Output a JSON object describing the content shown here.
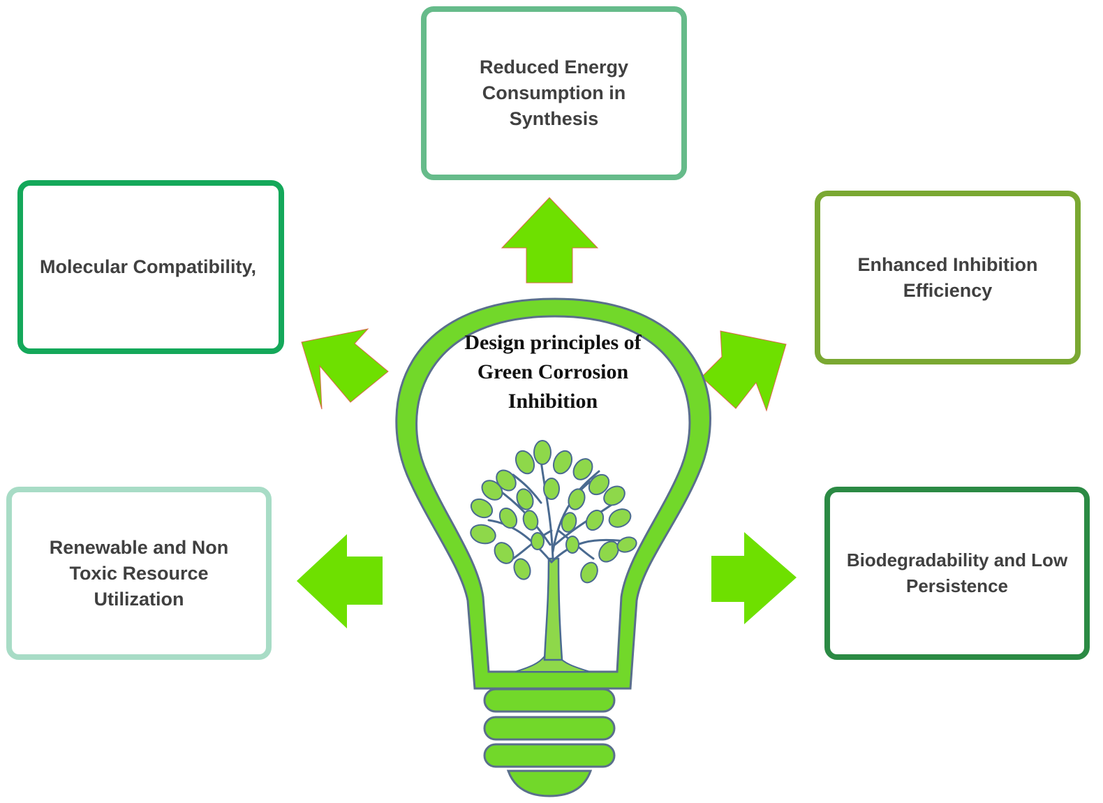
{
  "center": {
    "title": "Design principles of Green Corrosion Inhibition"
  },
  "principles": {
    "top": "Reduced Energy Consumption in Synthesis",
    "top_left": "Molecular Compatibility,",
    "top_right": "Enhanced Inhibition Efficiency",
    "bottom_left": "Renewable and Non Toxic Resource Utilization",
    "bottom_right": "Biodegradability and Low Persistence"
  },
  "colors": {
    "arrow_fill": "#6ee000",
    "bulb_green": "#72d82a",
    "bulb_outline": "#5a6f8c",
    "leaf_fill": "#8ed84a",
    "tree_outline": "#4a6a90"
  },
  "icons": {
    "bulb": "light-bulb-icon",
    "tree": "tree-icon",
    "arrows": "arrow-icon"
  }
}
